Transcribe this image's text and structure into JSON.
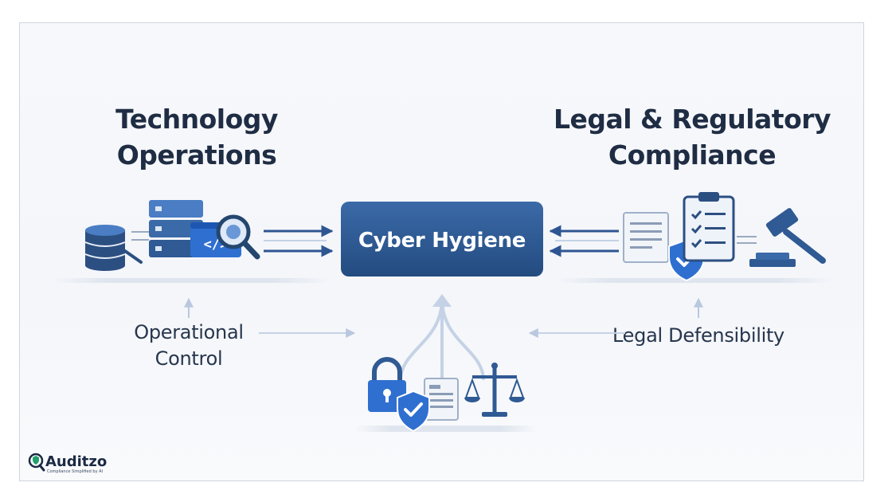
{
  "left_heading": [
    "Technology",
    "Operations"
  ],
  "right_heading": [
    "Legal & Regulatory",
    "Compliance"
  ],
  "center_node": "Cyber Hygiene",
  "left_label": [
    "Operational",
    "Control"
  ],
  "right_label": "Legal Defensibility",
  "brand": {
    "name": "Auditzo",
    "tagline": "Compliance Simplified by AI"
  },
  "colors": {
    "primary": "#2f5a93",
    "dark": "#1f2d44",
    "light_blue": "#4a7dc4",
    "arrow": "#2e5592",
    "faint_arrow": "#c5d2e6"
  },
  "icons": [
    "database-icon",
    "server-icon",
    "code-window-icon",
    "magnifier-icon",
    "document-icon",
    "shield-check-icon",
    "clipboard-checklist-icon",
    "gavel-icon",
    "padlock-icon",
    "scales-icon"
  ]
}
